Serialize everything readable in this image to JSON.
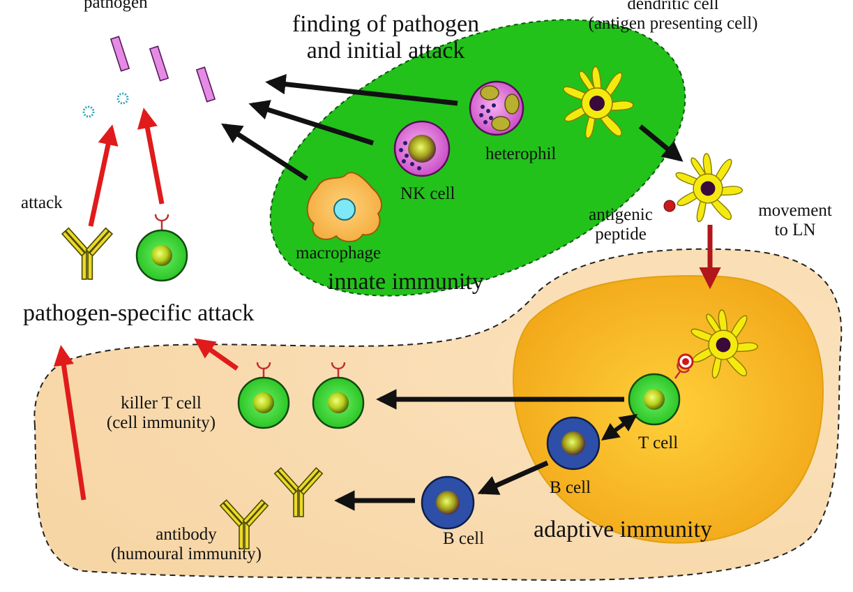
{
  "colors": {
    "innate_zone": "#22c21b",
    "adaptive_zone": "#f8dcb0",
    "lymph_node": "#f6b51c",
    "pathogen": "#e58be6",
    "t_cell": "#3fdc3c",
    "b_cell": "#2d4fa8",
    "dendritic_cell": "#f5ea10",
    "antibody": "#ecd92a",
    "red_arrow": "#e01b1b",
    "black_arrow": "#111111"
  },
  "labels": {
    "pathogen": "pathogen",
    "finding": [
      "finding of pathogen",
      "and initial attack"
    ],
    "dendritic": [
      "dendritic cell",
      "(antigen presenting cell)"
    ],
    "heterophil": "heterophil",
    "nk_cell": "NK cell",
    "macrophage": "macrophage",
    "innate_immunity": "innate immunity",
    "attack": "attack",
    "antigenic_peptide": [
      "antigenic",
      "peptide"
    ],
    "movement": [
      "movement",
      "to LN"
    ],
    "pathogen_specific_attack": "pathogen-specific attack",
    "killer_t_cell": [
      "killer T cell",
      "(cell immunity)"
    ],
    "t_cell": "T cell",
    "b_cell_inner": "B cell",
    "b_cell_outer": "B cell",
    "antibody": [
      "antibody",
      "(humoural immunity)"
    ],
    "adaptive_immunity": "adaptive immunity"
  },
  "icons": [
    "pathogen-rod-icon",
    "antigen-particle-icon",
    "heterophil-icon",
    "nk-cell-icon",
    "macrophage-icon",
    "dendritic-cell-icon",
    "antibody-icon",
    "t-cell-icon",
    "b-cell-icon"
  ]
}
